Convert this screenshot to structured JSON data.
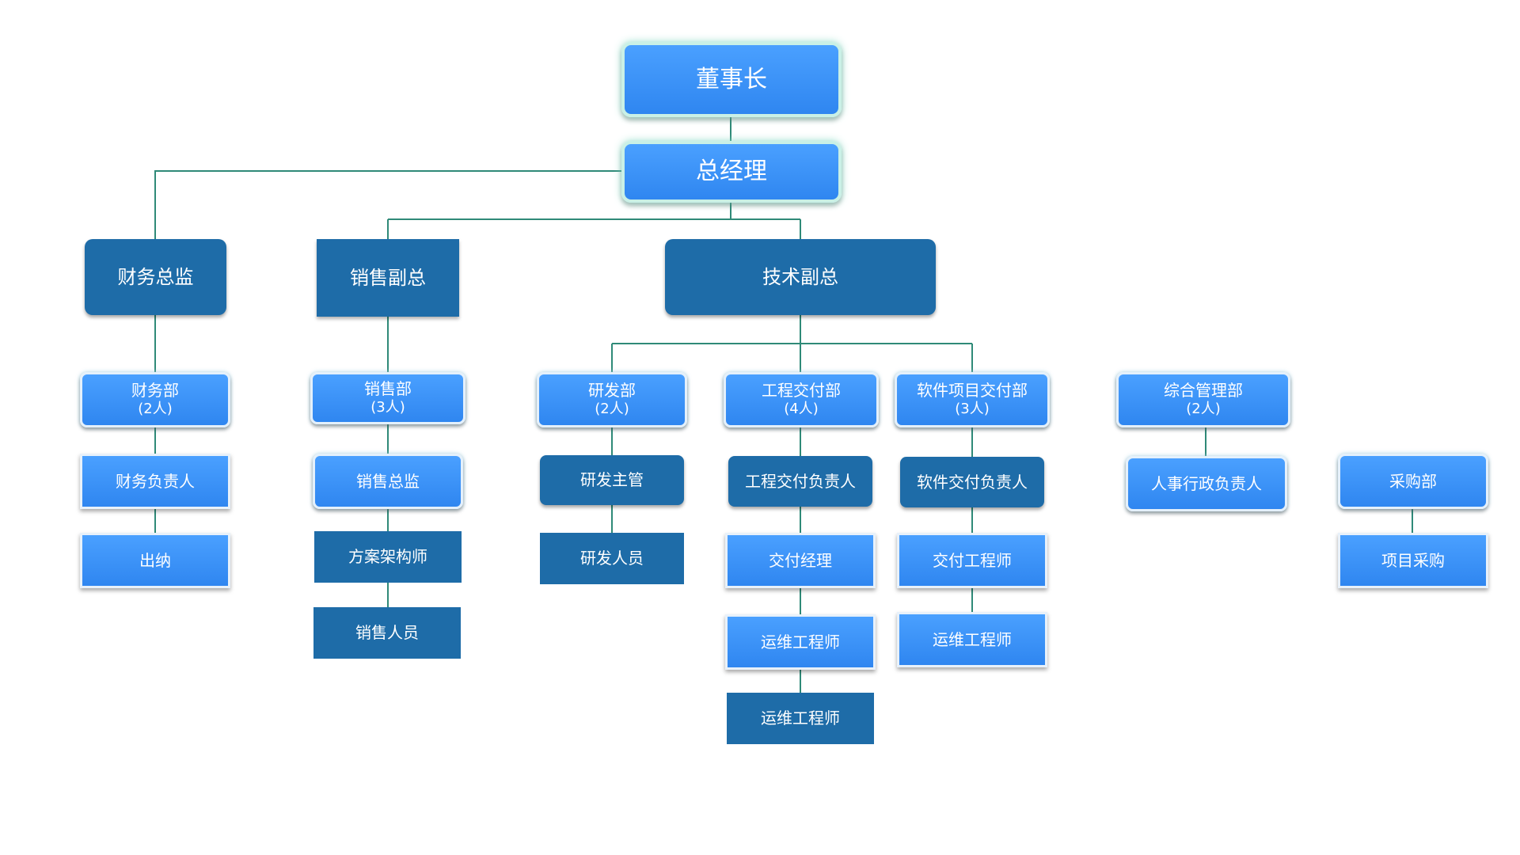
{
  "nodes": {
    "chairman": {
      "label": "董事长"
    },
    "gm": {
      "label": "总经理"
    },
    "cfo": {
      "label": "财务总监"
    },
    "vp_sales": {
      "label": "销售副总"
    },
    "vp_tech": {
      "label": "技术副总"
    },
    "finance_dept": {
      "label": "财务部",
      "count": "(2人)"
    },
    "sales_dept": {
      "label": "销售部",
      "count": "(3人)"
    },
    "rd_dept": {
      "label": "研发部",
      "count": "(2人)"
    },
    "eng_delivery_dept": {
      "label": "工程交付部",
      "count": "(4人)"
    },
    "sw_delivery_dept": {
      "label": "软件项目交付部",
      "count": "(3人)"
    },
    "admin_dept": {
      "label": "综合管理部",
      "count": "(2人)"
    },
    "finance_lead": {
      "label": "财务负责人"
    },
    "cashier": {
      "label": "出纳"
    },
    "sales_director": {
      "label": "销售总监"
    },
    "solution_architect": {
      "label": "方案架构师"
    },
    "sales_staff": {
      "label": "销售人员"
    },
    "rd_supervisor": {
      "label": "研发主管"
    },
    "rd_staff": {
      "label": "研发人员"
    },
    "eng_delivery_lead": {
      "label": "工程交付负责人"
    },
    "delivery_manager": {
      "label": "交付经理"
    },
    "ops_engineer_1": {
      "label": "运维工程师"
    },
    "ops_engineer_2": {
      "label": "运维工程师"
    },
    "sw_delivery_lead": {
      "label": "软件交付负责人"
    },
    "delivery_engineer": {
      "label": "交付工程师"
    },
    "ops_engineer_3": {
      "label": "运维工程师"
    },
    "hr_admin_lead": {
      "label": "人事行政负责人"
    },
    "purchasing_dept": {
      "label": "采购部"
    },
    "project_purchasing": {
      "label": "项目采购"
    }
  },
  "colors": {
    "bright_blue": "#3591f7",
    "dark_blue": "#1e6ca8",
    "connector": "#2f8a78"
  }
}
